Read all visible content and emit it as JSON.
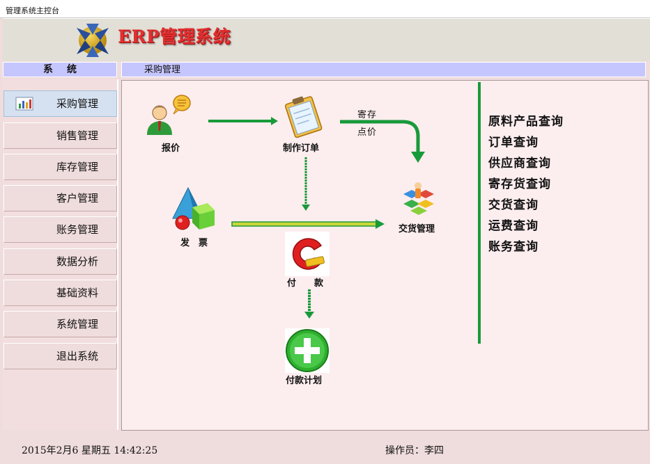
{
  "window": {
    "title": "管理系统主控台"
  },
  "banner": {
    "brand": "ERP管理系统"
  },
  "sidebar": {
    "header": "系统",
    "items": [
      {
        "label": "采购管理",
        "active": true
      },
      {
        "label": "销售管理"
      },
      {
        "label": "库存管理"
      },
      {
        "label": "客户管理"
      },
      {
        "label": "账务管理"
      },
      {
        "label": "数据分析"
      },
      {
        "label": "基础资料"
      },
      {
        "label": "系统管理"
      },
      {
        "label": "退出系统"
      }
    ]
  },
  "main": {
    "header": "采购管理",
    "flow": {
      "quote": "报价",
      "make_order": "制作订单",
      "consign_price": "寄存点价",
      "delivery": "交货管理",
      "invoice": "发　票",
      "payment": "付　　款",
      "payment_plan": "付款计划"
    },
    "queries": [
      "原料产品查询",
      "订单查询",
      "供应商查询",
      "寄存货查询",
      "交货查询",
      "运费查询",
      "账务查询"
    ]
  },
  "status": {
    "datetime": "2015年2月6  星期五  14:42:25",
    "operator": "操作员：李四"
  },
  "colors": {
    "brand_red": "#e23030",
    "flow_green": "#199a3a",
    "header_lavender": "#c6c6ff"
  }
}
